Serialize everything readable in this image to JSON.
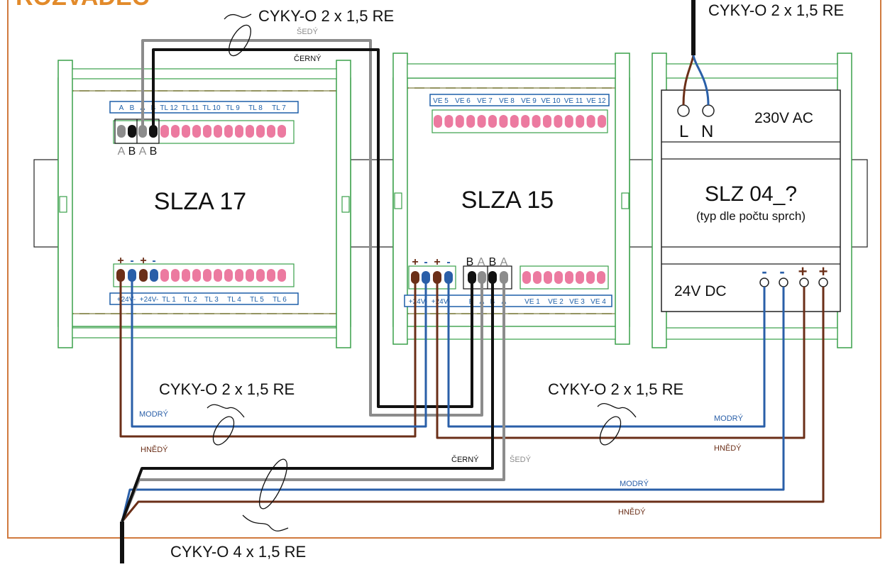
{
  "header": {
    "title_fragment": "ROZVADEC"
  },
  "colors": {
    "frame": "#d07a3e",
    "rail": "#3aa04a",
    "label_bar": "#1d5fa8",
    "terminal_pink": "#ec7aa0",
    "brown": "#6b2f18",
    "blue": "#2a5fa8",
    "black": "#111111",
    "grey": "#8c8c8c",
    "title_orange": "#e28a2a"
  },
  "modules": {
    "slza17": {
      "title": "SLZA 17",
      "top_labels": [
        "A",
        "B",
        "A",
        "B",
        "TL 12",
        "TL 11",
        "TL 10",
        "TL 9",
        "TL 8",
        "TL 7"
      ],
      "top_below": [
        "A",
        "B",
        "A",
        "B"
      ],
      "bottom_signs": [
        "+",
        "-",
        "+",
        "-"
      ],
      "bottom_labels": [
        "+24V-",
        "+24V-",
        "TL 1",
        "TL 2",
        "TL 3",
        "TL 4",
        "TL 5",
        "TL 6"
      ]
    },
    "slza15": {
      "title": "SLZA 15",
      "top_labels": [
        "VE 5",
        "VE 6",
        "VE 7",
        "VE 8",
        "VE 9",
        "VE 10",
        "VE 11",
        "VE 12"
      ],
      "bottom_signs": [
        "+",
        "-",
        "+",
        "-"
      ],
      "bottom_above": [
        "B",
        "A",
        "B",
        "A"
      ],
      "bottom_labels": [
        "+24V-",
        "+24V-",
        "B",
        "A",
        "B",
        "A",
        "VE 1",
        "VE 2",
        "VE 3",
        "VE 4"
      ]
    },
    "slz04": {
      "title": "SLZ 04_?",
      "subtitle": "(typ dle počtu sprch)",
      "ac_label": "230V AC",
      "dc_label": "24V DC",
      "input_l": "L",
      "input_n": "N",
      "dc_signs": [
        "-",
        "-",
        "+",
        "+"
      ]
    }
  },
  "cables": {
    "top_left": "CYKY-O 2 x 1,5 RE",
    "top_right": "CYKY-O 2 x 1,5 RE",
    "mid_left": "CYKY-O 2 x 1,5 RE",
    "mid_right": "CYKY-O 2 x 1,5 RE",
    "bottom": "CYKY-O 4 x 1,5 RE"
  },
  "wires": {
    "sedy_top": "ŠEDÝ",
    "cerny_top": "ČERNÝ",
    "modry_left": "MODRÝ",
    "hnedy_left": "HNĚDÝ",
    "modry_right": "MODRÝ",
    "hnedy_right": "HNĚDÝ",
    "cerny_bottom": "ČERNÝ",
    "sedy_bottom": "ŠEDÝ",
    "modry_bottom": "MODRÝ",
    "hnedy_bottom": "HNĚDÝ"
  }
}
